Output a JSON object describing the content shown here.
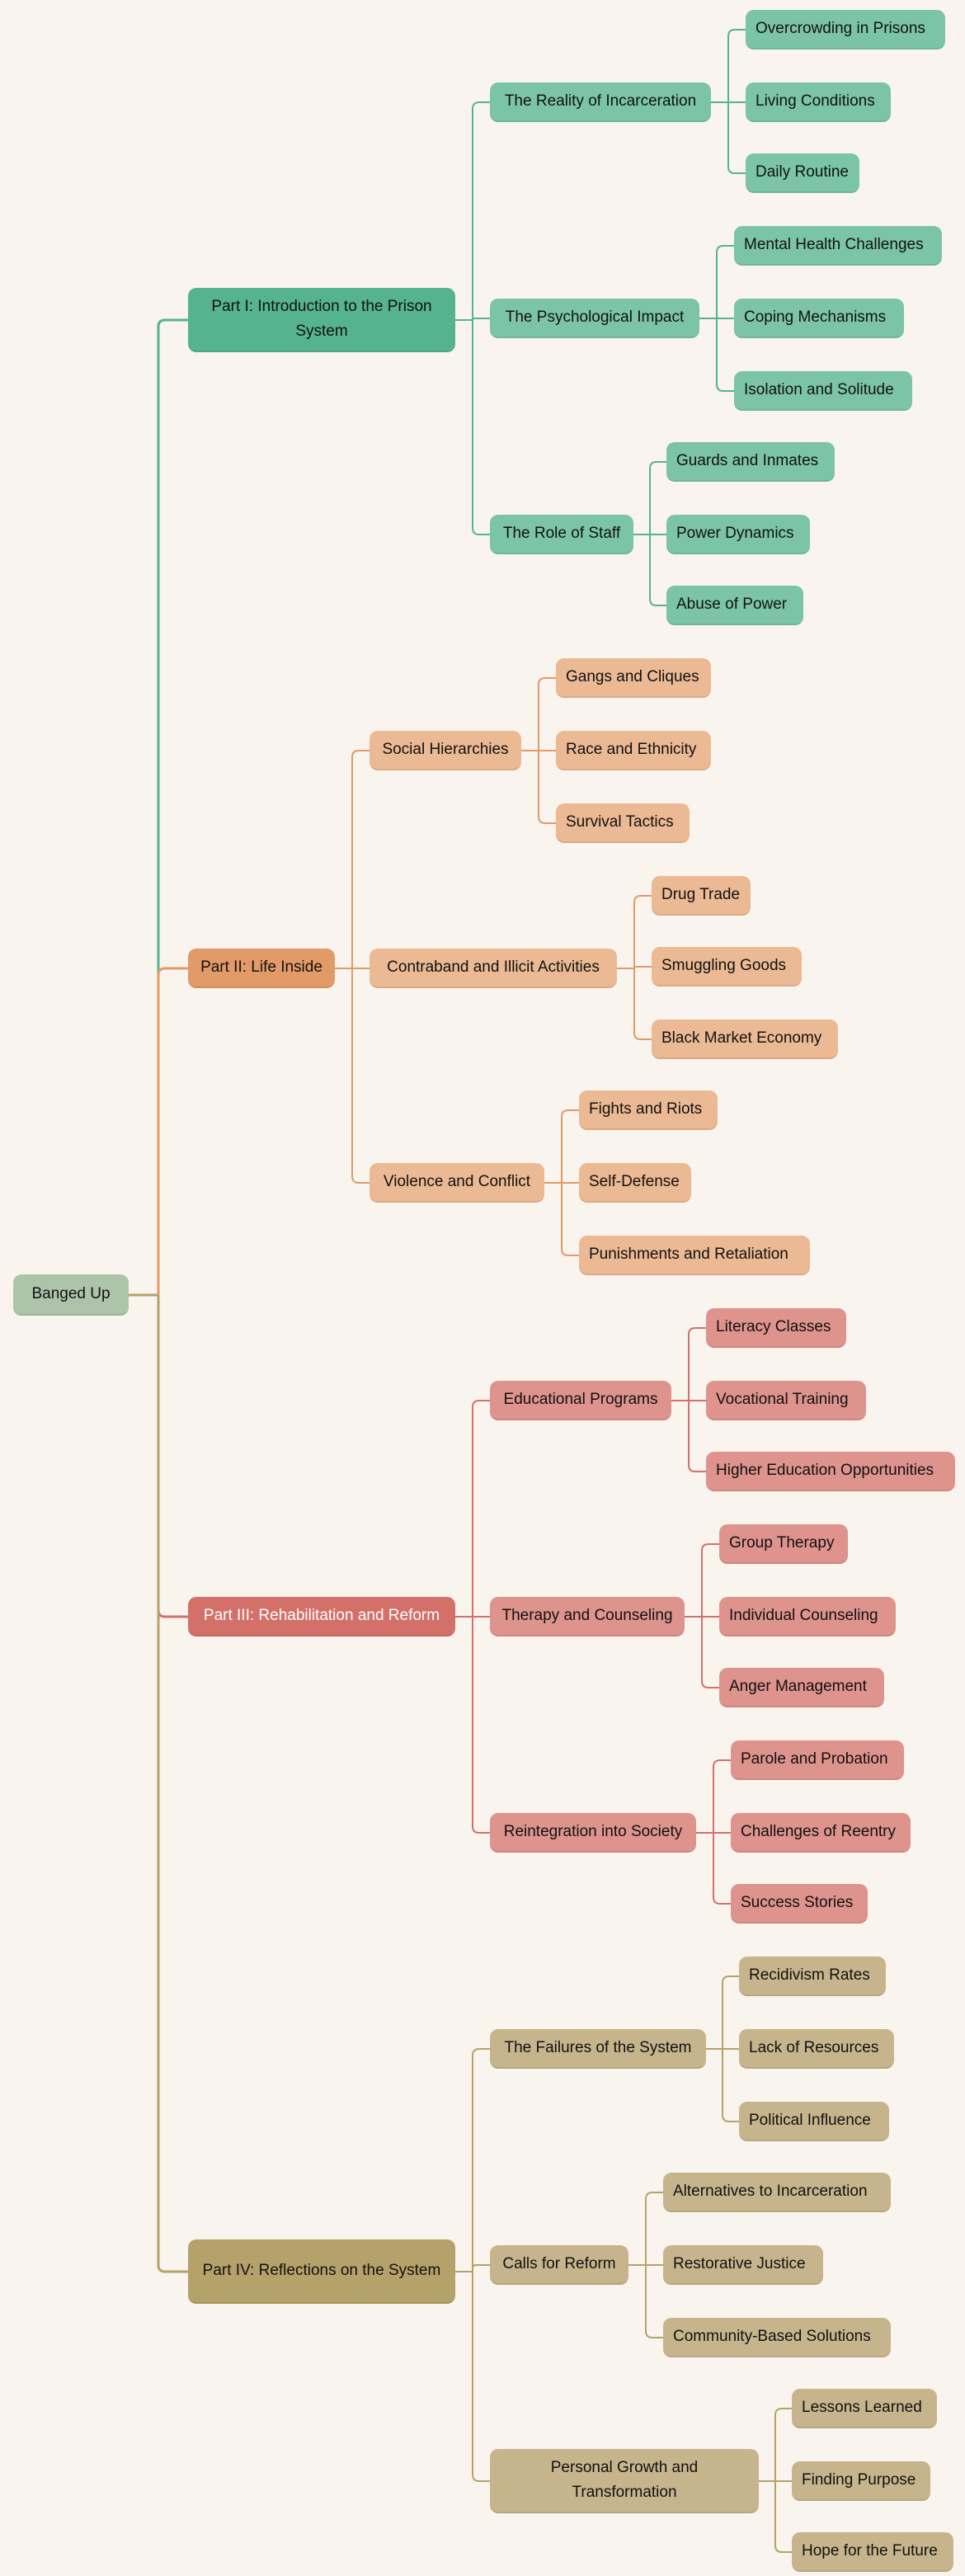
{
  "colors": {
    "background": "#f9f5ee",
    "root": "#adc4aa",
    "parts": [
      {
        "main": "#56b390",
        "child": "#7cc4a8",
        "line": "#56b390"
      },
      {
        "main": "#e29a68",
        "child": "#ebb994",
        "line": "#e29a68"
      },
      {
        "main": "#d4706a",
        "child": "#de938d",
        "line": "#d4706a"
      },
      {
        "main": "#b5a26a",
        "child": "#c6b58c",
        "line": "#b5a26a"
      }
    ]
  },
  "root": {
    "label": "Banged Up"
  },
  "parts": [
    {
      "label": "Part I: Introduction to the Prison System",
      "children": [
        {
          "label": "The Reality of Incarceration",
          "children": [
            "Overcrowding in Prisons",
            "Living Conditions",
            "Daily Routine"
          ]
        },
        {
          "label": "The Psychological Impact",
          "children": [
            "Mental Health Challenges",
            "Coping Mechanisms",
            "Isolation and Solitude"
          ]
        },
        {
          "label": "The Role of Staff",
          "children": [
            "Guards and Inmates",
            "Power Dynamics",
            "Abuse of Power"
          ]
        }
      ]
    },
    {
      "label": "Part II: Life Inside",
      "children": [
        {
          "label": "Social Hierarchies",
          "children": [
            "Gangs and Cliques",
            "Race and Ethnicity",
            "Survival Tactics"
          ]
        },
        {
          "label": "Contraband and Illicit Activities",
          "children": [
            "Drug Trade",
            "Smuggling Goods",
            "Black Market Economy"
          ]
        },
        {
          "label": "Violence and Conflict",
          "children": [
            "Fights and Riots",
            "Self-Defense",
            "Punishments and Retaliation"
          ]
        }
      ]
    },
    {
      "label": "Part III: Rehabilitation and Reform",
      "children": [
        {
          "label": "Educational Programs",
          "children": [
            "Literacy Classes",
            "Vocational Training",
            "Higher Education Opportunities"
          ]
        },
        {
          "label": "Therapy and Counseling",
          "children": [
            "Group Therapy",
            "Individual Counseling",
            "Anger Management"
          ]
        },
        {
          "label": "Reintegration into Society",
          "children": [
            "Parole and Probation",
            "Challenges of Reentry",
            "Success Stories"
          ]
        }
      ]
    },
    {
      "label": "Part IV: Reflections on the System",
      "children": [
        {
          "label": "The Failures of the System",
          "children": [
            "Recidivism Rates",
            "Lack of Resources",
            "Political Influence"
          ]
        },
        {
          "label": "Calls for Reform",
          "children": [
            "Alternatives to Incarceration",
            "Restorative Justice",
            "Community-Based Solutions"
          ]
        },
        {
          "label": "Personal Growth and Transformation",
          "children": [
            "Lessons Learned",
            "Finding Purpose",
            "Hope for the Future"
          ]
        }
      ]
    }
  ]
}
